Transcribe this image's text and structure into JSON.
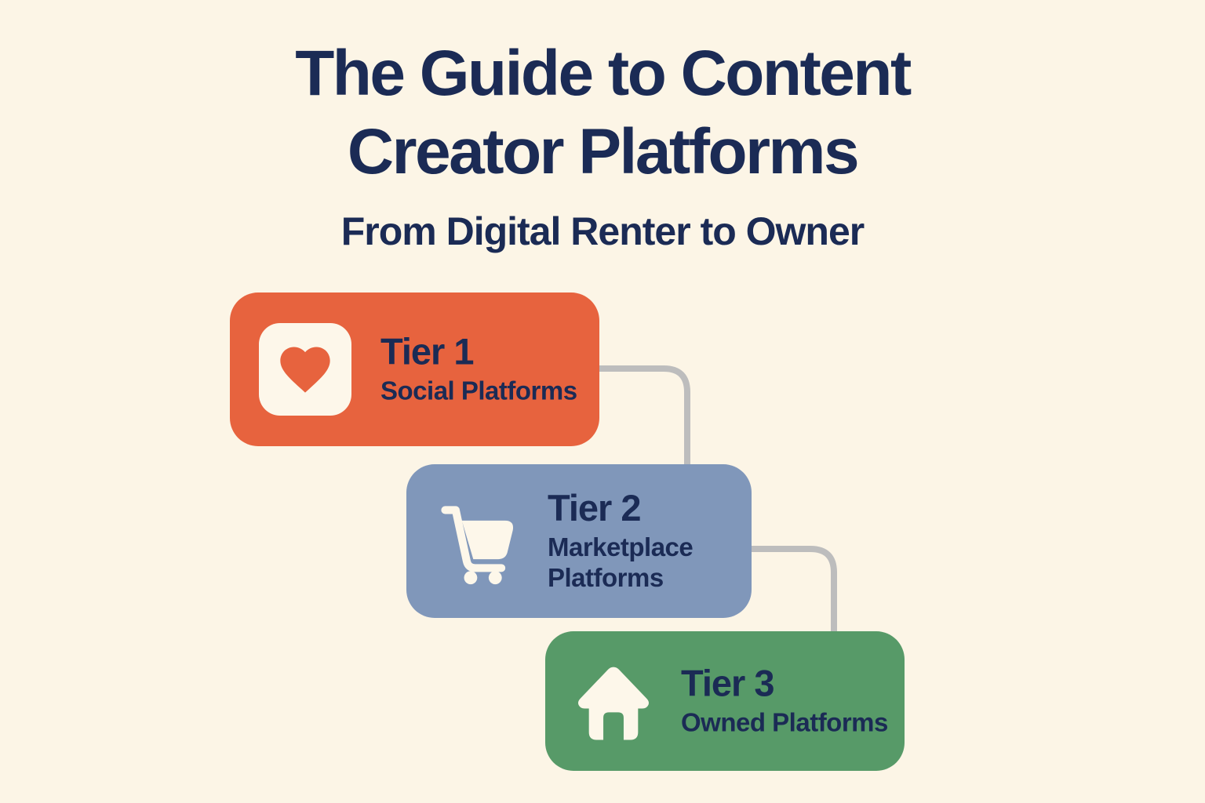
{
  "header": {
    "title_line1": "The Guide to Content",
    "title_line2": "Creator Platforms",
    "subtitle": "From Digital Renter to Owner"
  },
  "tiers": [
    {
      "label": "Tier 1",
      "name": "Social Platforms",
      "icon": "heart-icon",
      "color": "#E7633E"
    },
    {
      "label": "Tier 2",
      "name": "Marketplace Platforms",
      "icon": "cart-icon",
      "color": "#8097BA"
    },
    {
      "label": "Tier 3",
      "name": "Owned Platforms",
      "icon": "house-icon",
      "color": "#579A68"
    }
  ],
  "colors": {
    "background": "#FCF5E6",
    "text_navy": "#1B2B55",
    "tier1_orange": "#E7633E",
    "tier2_blue": "#8097BA",
    "tier3_green": "#579A68",
    "connector_gray": "#BDBDBD",
    "icon_cream": "#FDF7EA"
  }
}
